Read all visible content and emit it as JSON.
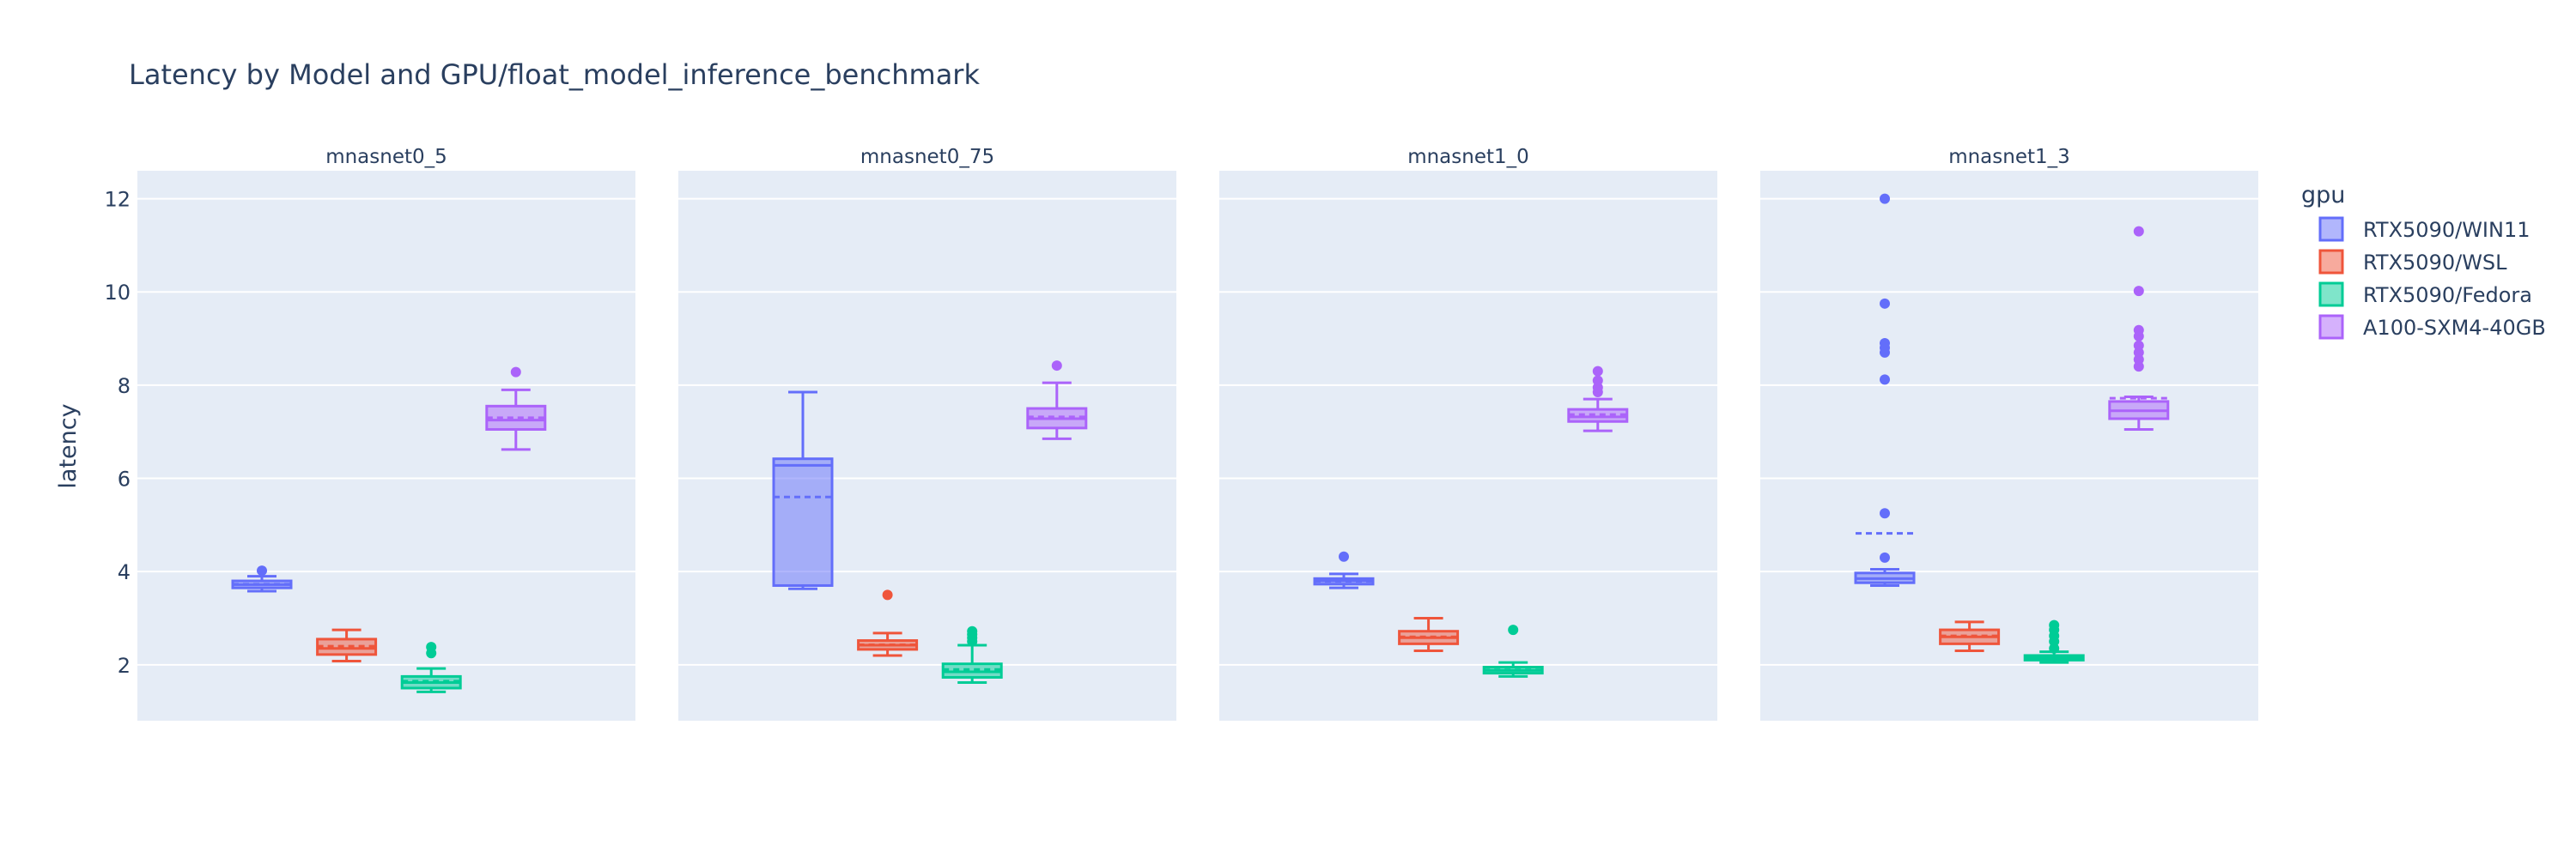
{
  "chart_data": {
    "type": "box",
    "title": "Latency by Model and GPU/float_model_inference_benchmark",
    "ylabel": "latency",
    "ylim": [
      0.8,
      12.6
    ],
    "yticks": [
      2,
      4,
      6,
      8,
      10,
      12
    ],
    "grid": true,
    "legend": {
      "title": "gpu",
      "placement": "right"
    },
    "panels": [
      "mnasnet0_5",
      "mnasnet0_75",
      "mnasnet1_0",
      "mnasnet1_3"
    ],
    "series": [
      {
        "name": "RTX5090/WIN11",
        "color": "#636efa",
        "boxes": [
          {
            "min": 3.58,
            "q1": 3.65,
            "median": 3.72,
            "q3": 3.8,
            "max": 3.9,
            "mean": 3.73,
            "outliers": [
              4.02
            ]
          },
          {
            "min": 3.63,
            "q1": 3.7,
            "median": 6.28,
            "q3": 6.42,
            "max": 7.85,
            "mean": 5.6,
            "outliers": []
          },
          {
            "min": 3.65,
            "q1": 3.73,
            "median": 3.8,
            "q3": 3.85,
            "max": 3.95,
            "mean": 3.79,
            "outliers": [
              4.32
            ]
          },
          {
            "min": 3.7,
            "q1": 3.76,
            "median": 3.85,
            "q3": 3.97,
            "max": 4.05,
            "mean": 4.82,
            "outliers": [
              4.3,
              5.25,
              8.12,
              8.7,
              8.8,
              8.9,
              9.75,
              12.0
            ]
          }
        ]
      },
      {
        "name": "RTX5090/WSL",
        "color": "#ef553b",
        "boxes": [
          {
            "min": 2.08,
            "q1": 2.22,
            "median": 2.35,
            "q3": 2.55,
            "max": 2.75,
            "mean": 2.4,
            "outliers": []
          },
          {
            "min": 2.2,
            "q1": 2.33,
            "median": 2.42,
            "q3": 2.52,
            "max": 2.68,
            "mean": 2.43,
            "outliers": [
              3.5
            ]
          },
          {
            "min": 2.3,
            "q1": 2.45,
            "median": 2.58,
            "q3": 2.72,
            "max": 3.0,
            "mean": 2.6,
            "outliers": []
          },
          {
            "min": 2.3,
            "q1": 2.45,
            "median": 2.6,
            "q3": 2.75,
            "max": 2.92,
            "mean": 2.62,
            "outliers": []
          }
        ]
      },
      {
        "name": "RTX5090/Fedora",
        "color": "#00cc96",
        "boxes": [
          {
            "min": 1.42,
            "q1": 1.5,
            "median": 1.62,
            "q3": 1.75,
            "max": 1.92,
            "mean": 1.65,
            "outliers": [
              2.25,
              2.38
            ]
          },
          {
            "min": 1.62,
            "q1": 1.73,
            "median": 1.85,
            "q3": 2.02,
            "max": 2.42,
            "mean": 1.9,
            "outliers": [
              2.5,
              2.58,
              2.65,
              2.72
            ]
          },
          {
            "min": 1.75,
            "q1": 1.82,
            "median": 1.88,
            "q3": 1.95,
            "max": 2.05,
            "mean": 1.89,
            "outliers": [
              2.75
            ]
          },
          {
            "min": 2.05,
            "q1": 2.1,
            "median": 2.15,
            "q3": 2.2,
            "max": 2.28,
            "mean": 2.16,
            "outliers": [
              2.35,
              2.5,
              2.62,
              2.75,
              2.85
            ]
          }
        ]
      },
      {
        "name": "A100-SXM4-40GB",
        "color": "#ab63fa",
        "boxes": [
          {
            "min": 6.62,
            "q1": 7.05,
            "median": 7.25,
            "q3": 7.55,
            "max": 7.9,
            "mean": 7.3,
            "outliers": [
              8.28
            ]
          },
          {
            "min": 6.85,
            "q1": 7.08,
            "median": 7.28,
            "q3": 7.5,
            "max": 8.05,
            "mean": 7.32,
            "outliers": [
              8.42
            ]
          },
          {
            "min": 7.02,
            "q1": 7.22,
            "median": 7.32,
            "q3": 7.48,
            "max": 7.7,
            "mean": 7.37,
            "outliers": [
              7.85,
              7.95,
              8.1,
              8.3
            ]
          },
          {
            "min": 7.05,
            "q1": 7.28,
            "median": 7.45,
            "q3": 7.65,
            "max": 7.75,
            "mean": 7.72,
            "outliers": [
              8.4,
              8.55,
              8.7,
              8.85,
              9.05,
              9.18,
              10.02,
              11.3
            ]
          }
        ]
      }
    ]
  }
}
